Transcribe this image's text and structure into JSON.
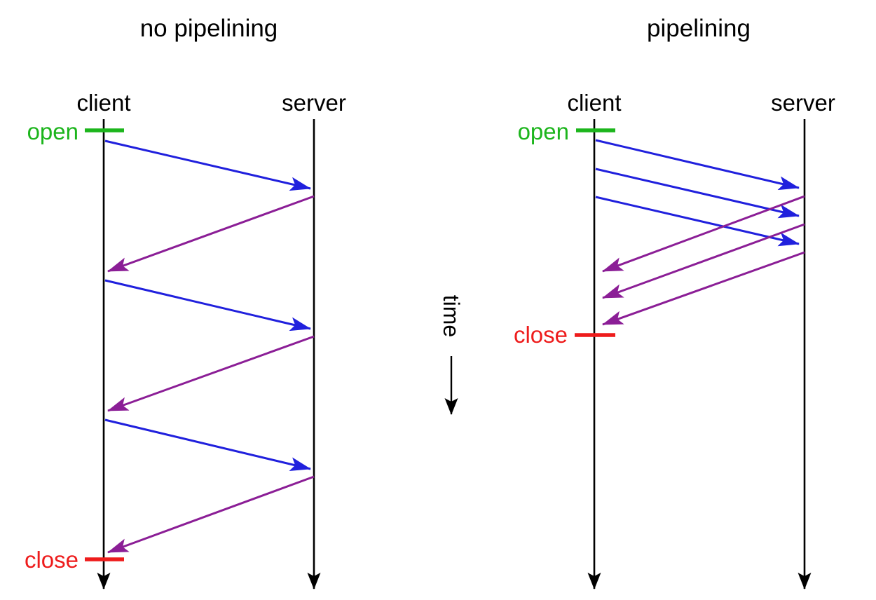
{
  "colors": {
    "background": "#ffffff",
    "text": "#000000",
    "axis": "#000000",
    "request": "#2020dd",
    "response": "#8b1e96",
    "open": "#1cb51c",
    "close": "#ee1c1c"
  },
  "time_axis": {
    "label": "time"
  },
  "panels": [
    {
      "title": "no pipelining",
      "client_label": "client",
      "server_label": "server",
      "open_label": "open",
      "close_label": "close",
      "request_count": 3,
      "response_count": 3,
      "sequence": [
        "request",
        "response",
        "request",
        "response",
        "request",
        "response"
      ]
    },
    {
      "title": "pipelining",
      "client_label": "client",
      "server_label": "server",
      "open_label": "open",
      "close_label": "close",
      "request_count": 3,
      "response_count": 3,
      "sequence": [
        "request",
        "request",
        "request",
        "response",
        "response",
        "response"
      ]
    }
  ]
}
